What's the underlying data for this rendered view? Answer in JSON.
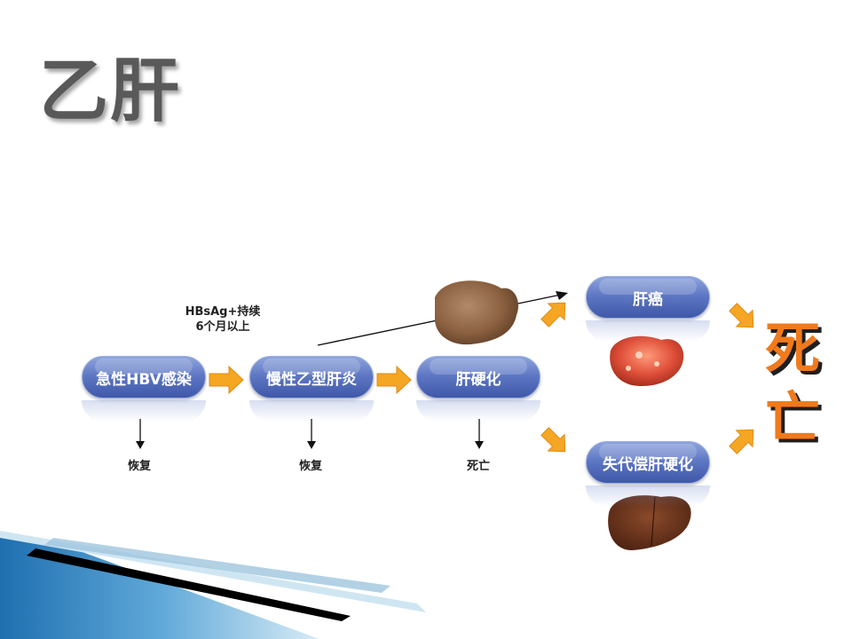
{
  "title": "乙肝",
  "nodes": {
    "acute": "急性HBV感染",
    "chronic": "慢性乙型肝炎",
    "cirrhosis": "肝硬化",
    "cancer": "肝癌",
    "decompensated": "失代偿肝硬化"
  },
  "outcomes": {
    "acute": "恢复",
    "chronic": "恢复",
    "cirrhosis": "死亡"
  },
  "note": {
    "line1": "HBsAg+持续",
    "line2": "6个月以上"
  },
  "death": {
    "char1": "死",
    "char2": "亡"
  },
  "colors": {
    "pill": "#5f78c4",
    "arrow": "#f5a623",
    "death": "#f07a1c"
  }
}
